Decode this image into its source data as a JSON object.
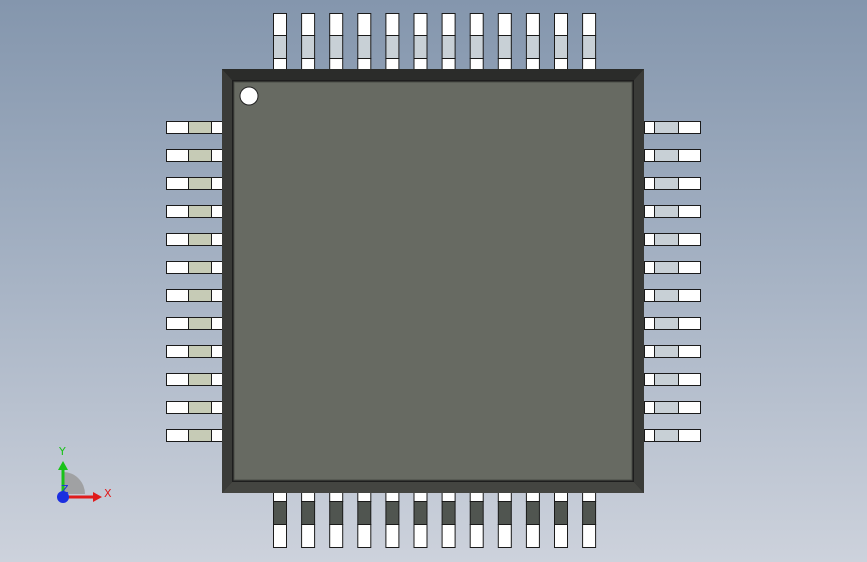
{
  "model": {
    "package": "QFP",
    "pins_per_side": 12,
    "pin1_marker": "circle"
  },
  "colors": {
    "background_top": "#8496ad",
    "background_bottom": "#cdd2dc",
    "body_face": "#676a62",
    "body_outline": "#1e1e1e",
    "body_bevel": "#3a3b38",
    "pin_white": "#ffffff",
    "pin_tan": "#c6cbb6",
    "pin_blueish": "#c8d0d6",
    "pin_dark": "#505550",
    "axis_x": "#e01b1b",
    "axis_y": "#19c219",
    "axis_z": "#1b2ee0"
  },
  "axes": {
    "x_label": "X",
    "y_label": "Y",
    "z_label": "Z"
  }
}
